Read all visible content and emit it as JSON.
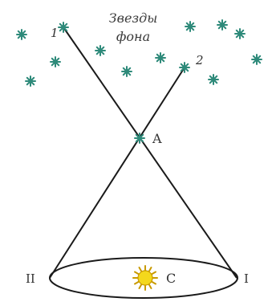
{
  "title": {
    "line1": "Звезды",
    "line2": "фона"
  },
  "labels": {
    "star1": "1",
    "star2": "2",
    "point_a": "A",
    "point_c": "C",
    "orbit_left": "II",
    "orbit_right": "I"
  },
  "colors": {
    "star": "#2e8a7a",
    "line": "#1a1a1a",
    "sun_fill": "#f4d81c",
    "sun_stroke": "#c99a00"
  }
}
